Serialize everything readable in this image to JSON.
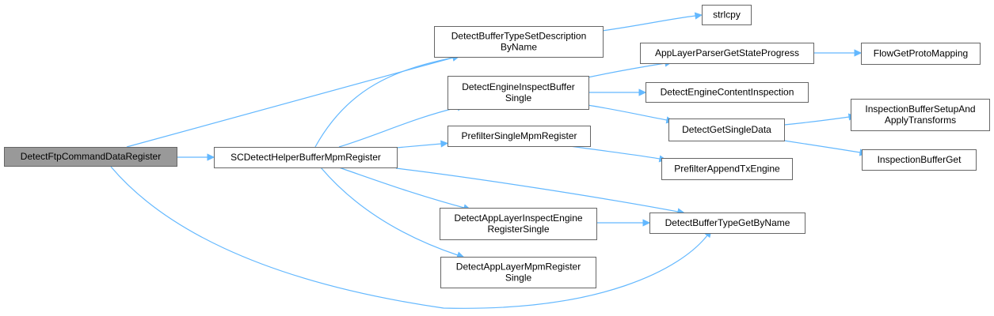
{
  "graph": {
    "nodes": [
      {
        "id": "root",
        "lines": [
          "DetectFtpCommandDataRegister"
        ],
        "root": true
      },
      {
        "id": "sc",
        "lines": [
          "SCDetectHelperBufferMpmRegister"
        ]
      },
      {
        "id": "dbtsd",
        "lines": [
          "DetectBufferTypeSetDescription",
          "ByName"
        ]
      },
      {
        "id": "strlcpy",
        "lines": [
          "strlcpy"
        ]
      },
      {
        "id": "deibs",
        "lines": [
          "DetectEngineInspectBuffer",
          "Single"
        ]
      },
      {
        "id": "psmr",
        "lines": [
          "PrefilterSingleMpmRegister"
        ]
      },
      {
        "id": "dalier",
        "lines": [
          "DetectAppLayerInspectEngine",
          "RegisterSingle"
        ]
      },
      {
        "id": "dalmr",
        "lines": [
          "DetectAppLayerMpmRegister",
          "Single"
        ]
      },
      {
        "id": "alpgsp",
        "lines": [
          "AppLayerParserGetStateProgress"
        ]
      },
      {
        "id": "fgpm",
        "lines": [
          "FlowGetProtoMapping"
        ]
      },
      {
        "id": "deci",
        "lines": [
          "DetectEngineContentInspection"
        ]
      },
      {
        "id": "dgsd",
        "lines": [
          "DetectGetSingleData"
        ]
      },
      {
        "id": "ibsat",
        "lines": [
          "InspectionBufferSetupAnd",
          "ApplyTransforms"
        ]
      },
      {
        "id": "ibg",
        "lines": [
          "InspectionBufferGet"
        ]
      },
      {
        "id": "pate",
        "lines": [
          "PrefilterAppendTxEngine"
        ]
      },
      {
        "id": "dbtgbn",
        "lines": [
          "DetectBufferTypeGetByName"
        ]
      }
    ],
    "edges": [
      {
        "from": "root",
        "to": "sc"
      },
      {
        "from": "root",
        "to": "dbtsd"
      },
      {
        "from": "root",
        "to": "dbtgbn"
      },
      {
        "from": "sc",
        "to": "dbtsd"
      },
      {
        "from": "sc",
        "to": "deibs"
      },
      {
        "from": "sc",
        "to": "psmr"
      },
      {
        "from": "sc",
        "to": "dalier"
      },
      {
        "from": "sc",
        "to": "dalmr"
      },
      {
        "from": "sc",
        "to": "dbtgbn"
      },
      {
        "from": "dbtsd",
        "to": "strlcpy"
      },
      {
        "from": "deibs",
        "to": "alpgsp"
      },
      {
        "from": "deibs",
        "to": "deci"
      },
      {
        "from": "deibs",
        "to": "dgsd"
      },
      {
        "from": "alpgsp",
        "to": "fgpm"
      },
      {
        "from": "dgsd",
        "to": "ibsat"
      },
      {
        "from": "dgsd",
        "to": "ibg"
      },
      {
        "from": "psmr",
        "to": "pate"
      },
      {
        "from": "dalier",
        "to": "dbtgbn"
      }
    ]
  },
  "colors": {
    "edge": "#63b8ff",
    "node_border": "#666666",
    "node_fill": "#ffffff",
    "root_fill": "#999999"
  }
}
